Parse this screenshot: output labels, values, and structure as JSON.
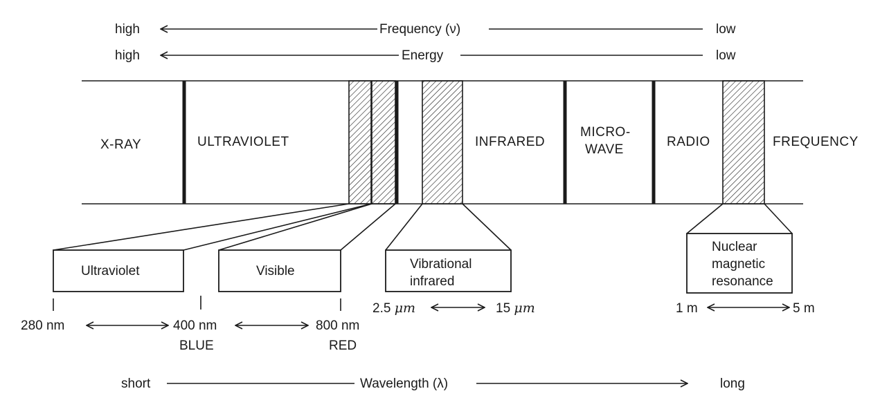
{
  "frequency_row": {
    "left": "high",
    "label": "Frequency (ν)",
    "right": "low"
  },
  "energy_row": {
    "left": "high",
    "label": "Energy",
    "right": "low"
  },
  "regions": {
    "xray": "X-RAY",
    "ultraviolet": "ULTRAVIOLET",
    "infrared": "INFRARED",
    "microwave_1": "MICRO-",
    "microwave_2": "WAVE",
    "radio": "RADIO",
    "frequency": "FREQUENCY"
  },
  "zoom_boxes": {
    "uv": "Ultraviolet",
    "visible": "Visible",
    "vib_1": "Vibrational",
    "vib_2": "infrared",
    "nmr_1": "Nuclear",
    "nmr_2": "magnetic",
    "nmr_3": "resonance"
  },
  "scale": {
    "nm280": "280 nm",
    "nm400": "400 nm",
    "blue": "BLUE",
    "nm800": "800 nm",
    "red": "RED",
    "um_start_num": "2.5",
    "um_end_num": "15",
    "um_unit": "μm",
    "m_start": "1 m",
    "m_end": "5 m"
  },
  "wavelength_row": {
    "left": "short",
    "label": "Wavelength (λ)",
    "right": "long"
  }
}
